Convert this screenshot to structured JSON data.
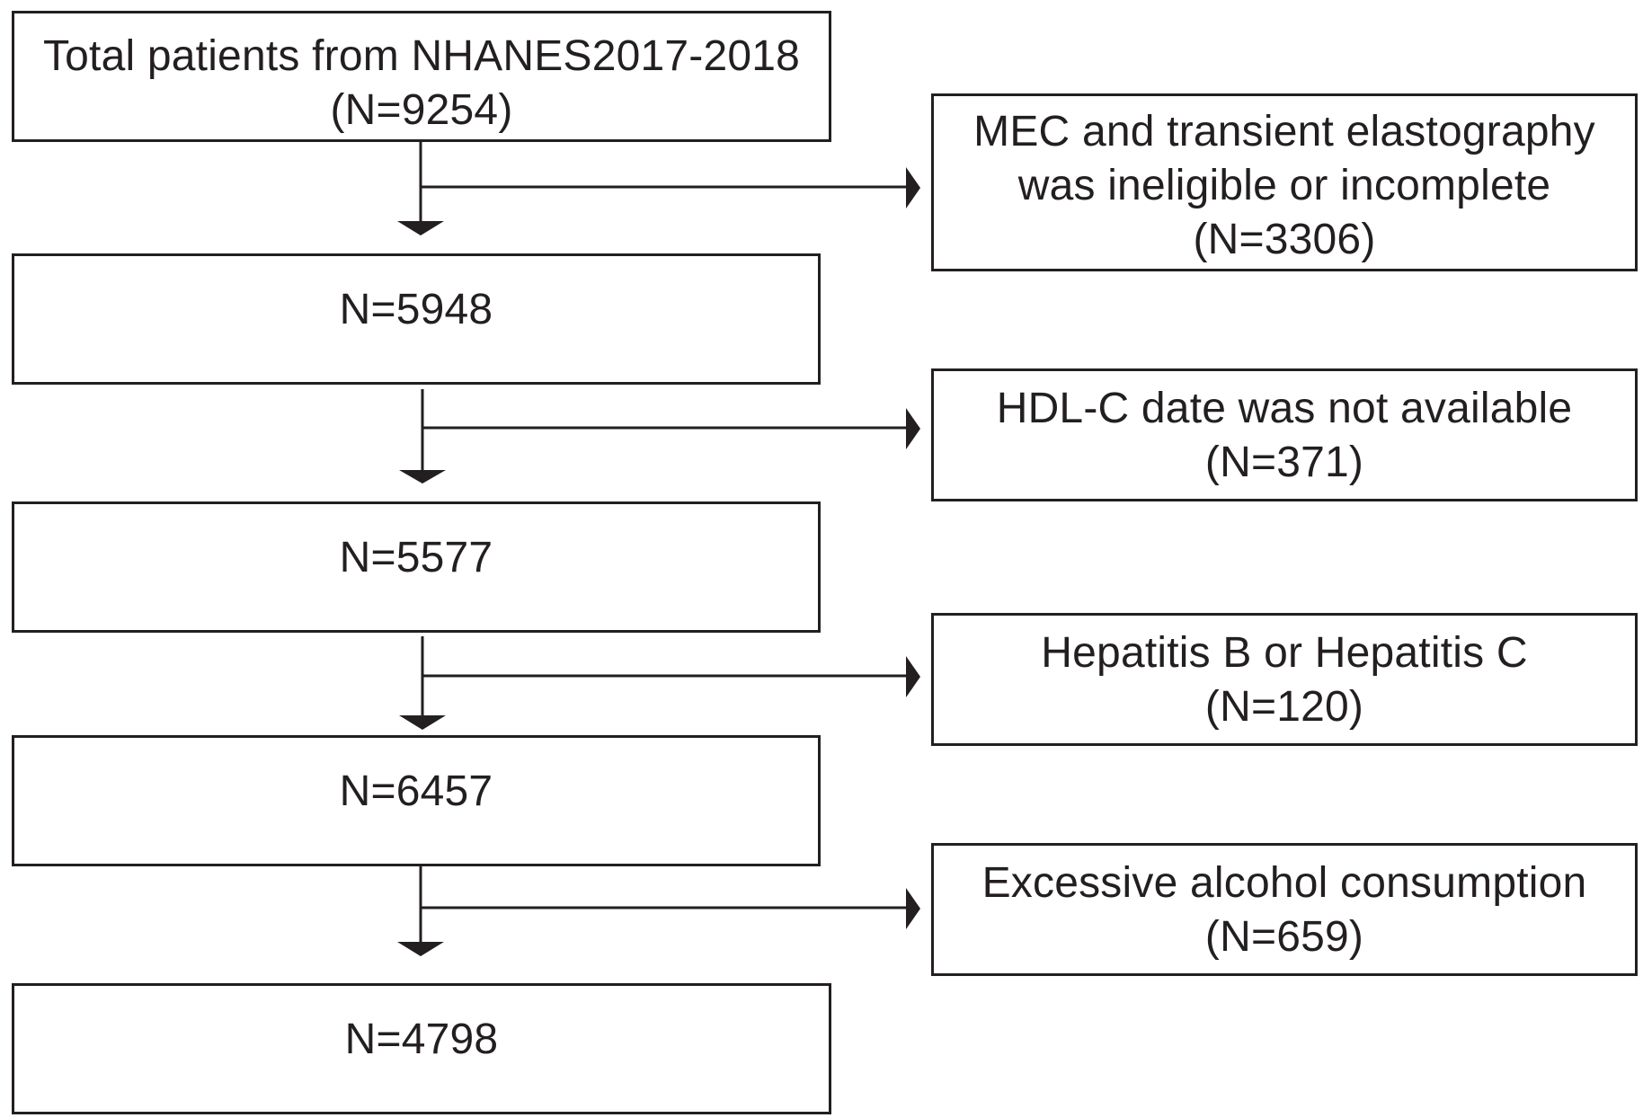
{
  "main_boxes": [
    {
      "line1": "Total patients from NHANES2017-2018",
      "line2": "(N=9254)"
    },
    {
      "line1": "N=5948"
    },
    {
      "line1": "N=5577"
    },
    {
      "line1": "N=6457"
    },
    {
      "line1": "N=4798"
    }
  ],
  "exclusion_boxes": [
    {
      "line1": "MEC and transient elastography",
      "line2": "was ineligible or incomplete",
      "line3": "(N=3306)"
    },
    {
      "line1": "HDL-C date was not available",
      "line2": "(N=371)"
    },
    {
      "line1": "Hepatitis B or Hepatitis C",
      "line2": "(N=120)"
    },
    {
      "line1": "Excessive alcohol consumption",
      "line2": "(N=659)"
    }
  ],
  "colors": {
    "stroke": "#231f20",
    "background": "#ffffff"
  }
}
